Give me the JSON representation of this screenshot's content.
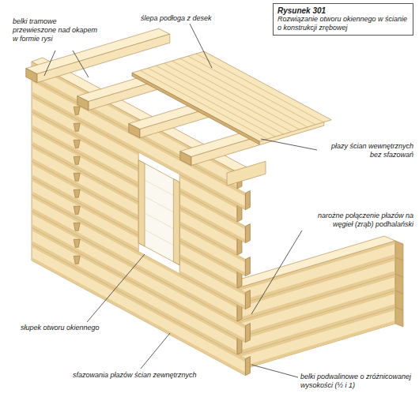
{
  "diagram": {
    "title": "Rysunek 301",
    "caption": "Rozwiązanie otworu okiennego w ścianie o konstrukcji zrębowej",
    "labels": [
      "belki tramowe przewieszone nad okapem w formie rysi",
      "ślepa podłoga z desek",
      "płazy ścian wewnętrznych bez sfazowań",
      "narożne połączenie płazów na węgieł (zrąb) podhalański",
      "słupek otworu okiennego",
      "sfazowania płazów ścian zewnętrznych",
      "belki podwalinowe o zróżnicowanej wysokości (½ i 1)"
    ]
  }
}
